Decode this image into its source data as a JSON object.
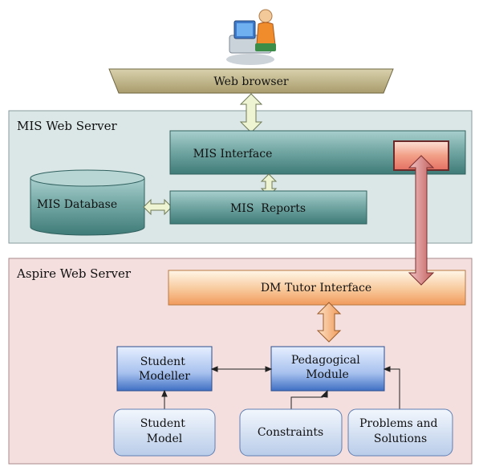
{
  "diagram": {
    "user_icon": "user-at-computer-icon",
    "web_browser": "Web browser",
    "mis_server": {
      "title": "MIS Web Server",
      "interface": "MIS Interface",
      "database": "MIS Database",
      "reports": "MIS  Reports"
    },
    "aspire_server": {
      "title": "Aspire Web Server",
      "dm_tutor_interface": "DM Tutor Interface",
      "student_modeller": [
        "Student",
        "Modeller"
      ],
      "pedagogical_module": [
        "Pedagogical",
        "Module"
      ],
      "student_model": [
        "Student",
        "Model"
      ],
      "constraints": "Constraints",
      "problems_solutions": [
        "Problems and",
        "Solutions"
      ]
    },
    "colors": {
      "mis_bg": "#dbe7e7",
      "aspire_bg": "#f4dede",
      "teal_box": "#4f8a87",
      "blue_box": "#3f6fc3",
      "pale_box": "#d6e2f4",
      "orange_box": "#f3a36b",
      "arrow_light": "#eef3d2",
      "arrow_orange": "#f7b57f",
      "arrow_red": "#d88a8a"
    }
  }
}
